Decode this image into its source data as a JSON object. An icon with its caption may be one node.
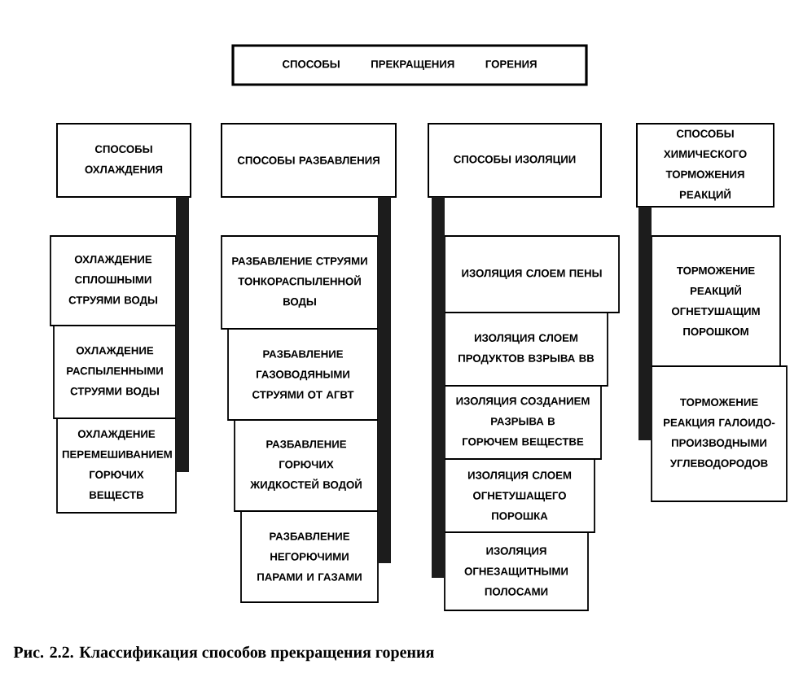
{
  "diagram": {
    "caption": "Рис. 2.2. Классификация способов прекращения горения",
    "nodes": [
      {
        "text": [
          "СПОСОБЫ ПРЕКРАЩЕНИЯ ГОРЕНИЯ"
        ]
      },
      {
        "text": [
          "СПОСОБЫ ОХЛАЖДЕНИЯ"
        ]
      },
      {
        "text": [
          "СПОСОБЫ РАЗБАВЛЕНИЯ"
        ]
      },
      {
        "text": [
          "СПОСОБЫ ИЗОЛЯЦИИ"
        ]
      },
      {
        "text": [
          "СПОСОБЫ ХИМИЧЕСКОГО ТОРМОЖЕНИЯ РЕАКЦИЙ"
        ]
      },
      {
        "text": [
          "ОХЛАЖДЕНИЕ СПЛОШНЫМИ СТРУЯМИ ВОДЫ"
        ]
      },
      {
        "text": [
          "ОХЛАЖДЕНИЕ РАСПЫЛЕННЫМИ СТРУЯМИ ВОДЫ"
        ]
      },
      {
        "text": [
          "ОХЛАЖДЕНИЕ ПЕРЕМЕШИВАНИЕМ ГОРЮЧИХ ВЕЩЕСТВ"
        ]
      },
      {
        "text": [
          "РАЗБАВЛЕНИЕ СТРУЯМИ ТОНКОРАСПЫЛЕННОЙ ВОДЫ"
        ]
      },
      {
        "text": [
          "РАЗБАВЛЕНИЕ ГАЗОВОДЯНЫМИ СТРУЯМИ ОТ АГВТ"
        ]
      },
      {
        "text": [
          "РАЗБАВЛЕНИЕ ГОРЮЧИХ ЖИДКОСТЕЙ ВОДОЙ"
        ]
      },
      {
        "text": [
          "РАЗБАВЛЕНИЕ НЕГОРЮЧИМИ ПАРАМИ И ГАЗАМИ"
        ]
      },
      {
        "text": [
          "ИЗОЛЯЦИЯ СЛОЕМ ПЕНЫ"
        ]
      },
      {
        "text": [
          "ИЗОЛЯЦИЯ СЛОЕМ ПРОДУКТОВ ВЗРЫВА ВВ"
        ]
      },
      {
        "text": [
          "ИЗОЛЯЦИЯ СОЗДАНИЕМ РАЗРЫВА В ГОРЮЧЕМ ВЕЩЕСТВЕ"
        ]
      },
      {
        "text": [
          "ИЗОЛЯЦИЯ СЛОЕМ ОГНЕТУШАЩЕГО ПОРОШКА"
        ]
      },
      {
        "text": [
          "ИЗОЛЯЦИЯ ОГНЕЗАЩИТНЫМИ ПОЛОСАМИ"
        ]
      },
      {
        "text": [
          "ТОРМОЖЕНИЕ РЕАКЦИЙ ОГНЕТУШАЩИМ ПОРОШКОМ"
        ]
      },
      {
        "text": [
          "ТОРМОЖЕНИЕ РЕАКЦИЯ ГАЛОИДО- ПРОИЗВОДНЫМИ УГЛЕВОДОРОДОВ"
        ]
      }
    ],
    "edges": [
      {
        "from": 1,
        "to": 5,
        "arrow": "none"
      },
      {
        "from": 1,
        "to": 6,
        "arrow": "none"
      },
      {
        "from": 1,
        "to": 7,
        "arrow": "none"
      },
      {
        "from": 2,
        "to": 8,
        "arrow": "none"
      },
      {
        "from": 2,
        "to": 9,
        "arrow": "none"
      },
      {
        "from": 2,
        "to": 10,
        "arrow": "none"
      },
      {
        "from": 2,
        "to": 11,
        "arrow": "none"
      },
      {
        "from": 3,
        "to": 12,
        "arrow": "none"
      },
      {
        "from": 3,
        "to": 13,
        "arrow": "none"
      },
      {
        "from": 3,
        "to": 14,
        "arrow": "none"
      },
      {
        "from": 3,
        "to": 15,
        "arrow": "none"
      },
      {
        "from": 3,
        "to": 16,
        "arrow": "none"
      },
      {
        "from": 4,
        "to": 17,
        "arrow": "none"
      },
      {
        "from": 4,
        "to": 18,
        "arrow": "none"
      }
    ]
  }
}
